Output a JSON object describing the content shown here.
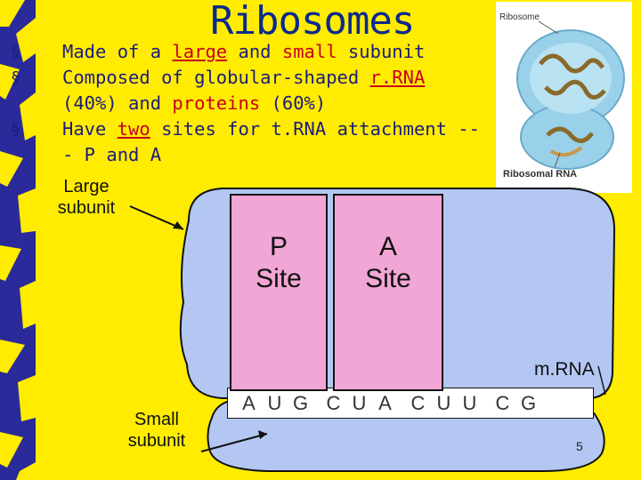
{
  "title": "Ribosomes",
  "bullets": [
    {
      "pre": "Made of a ",
      "em1": "large",
      "mid": " and ",
      "em2": "small",
      "post": " subunit"
    },
    {
      "line1_pre": "Composed of globular-shaped ",
      "line1_em": "r.RNA",
      "line2_a": "(40%) and ",
      "line2_b": "proteins",
      "line2_c": " (60%)"
    },
    {
      "line1_pre": "Have ",
      "line1_em": "two",
      "line1_post": " sites for t.RNA attachment --",
      "line2": "- P and A"
    }
  ],
  "labels": {
    "large_subunit": "Large\nsubunit",
    "small_subunit": "Small\nsubunit",
    "mrna": "m.RNA",
    "p_site": "P\nSite",
    "a_site": "A\nSite",
    "page_number": "5"
  },
  "inset": {
    "label_top": "Ribosome",
    "label_bottom": "Ribosomal RNA"
  },
  "codons": [
    "A",
    "U",
    "G",
    "C",
    "U",
    "A",
    "C",
    "U",
    "U",
    "C",
    "G"
  ],
  "colors": {
    "background": "#ffec00",
    "subunit": "#b3c7f2",
    "site": "#f2a6d6",
    "title": "#0b2a8c",
    "accent": "#c8001e"
  }
}
